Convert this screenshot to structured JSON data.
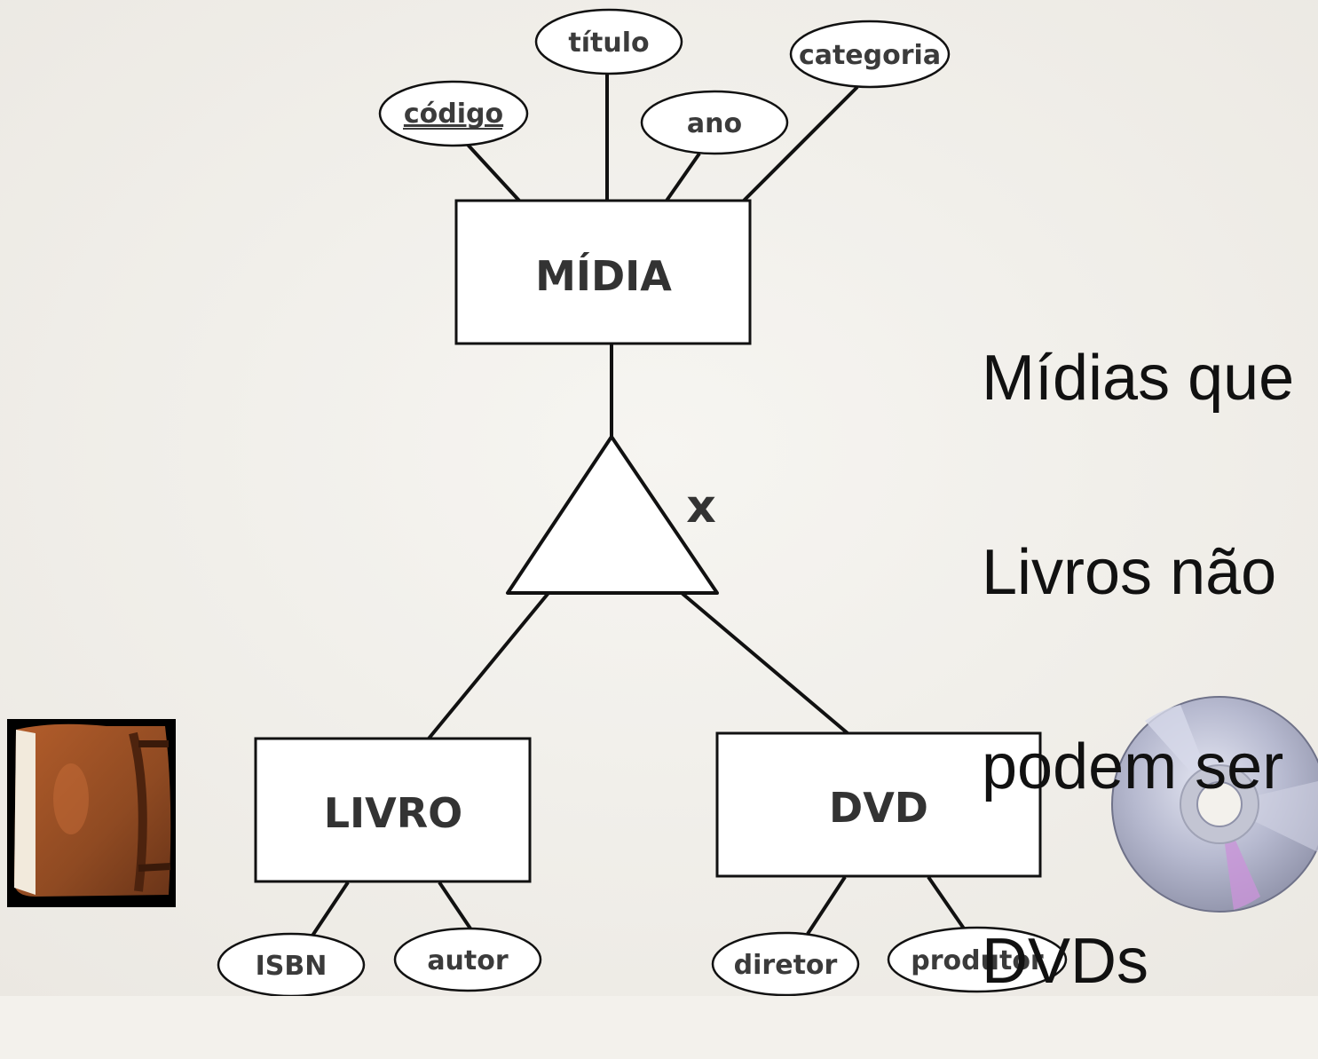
{
  "entities": {
    "midia": "MÍDIA",
    "livro": "LIVRO",
    "dvd": "DVD"
  },
  "attributes": {
    "codigo": "código",
    "titulo": "título",
    "ano": "ano",
    "categoria": "categoria",
    "isbn": "ISBN",
    "autor": "autor",
    "diretor": "diretor",
    "produtor": "produtor"
  },
  "specialization": {
    "marker": "x"
  },
  "note": {
    "lines": [
      "Mídias que",
      "Livros não",
      "podem ser",
      "DVDs"
    ]
  },
  "icons": {
    "book": "book-icon",
    "disc": "dvd-disc-icon"
  },
  "colors": {
    "background": "#f3f1ec",
    "stroke": "#111111",
    "book": "#8a4a22",
    "disc": "#b9bcd0"
  }
}
